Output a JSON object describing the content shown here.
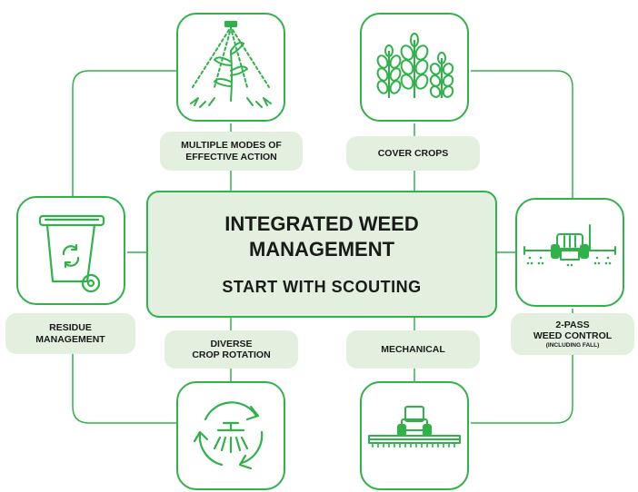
{
  "diagram": {
    "center": {
      "title": "INTEGRATED WEED MANAGEMENT",
      "subtitle": "START WITH SCOUTING"
    },
    "nodes": [
      {
        "id": "multiple-modes",
        "label_lines": [
          "MULTIPLE MODES OF",
          "EFFECTIVE ACTION"
        ],
        "icon": "sprayer-plant-icon"
      },
      {
        "id": "cover-crops",
        "label_lines": [
          "COVER CROPS"
        ],
        "icon": "wheat-stalks-icon"
      },
      {
        "id": "residue-management",
        "label_lines": [
          "RESIDUE",
          "MANAGEMENT"
        ],
        "icon": "waste-bin-icon"
      },
      {
        "id": "two-pass-weed-control",
        "label_lines": [
          "2-PASS",
          "WEED CONTROL"
        ],
        "label_sub": "(INCLUDING FALL)",
        "icon": "tractor-sprayer-icon"
      },
      {
        "id": "diverse-crop-rotation",
        "label_lines": [
          "DIVERSE",
          "CROP ROTATION"
        ],
        "icon": "rotation-arrows-icon"
      },
      {
        "id": "mechanical",
        "label_lines": [
          "MECHANICAL"
        ],
        "icon": "tractor-harrow-icon"
      }
    ],
    "colors": {
      "accent_green": "#2fb24a",
      "label_fill": "#e3f0df",
      "text": "#1a1a1a"
    }
  }
}
